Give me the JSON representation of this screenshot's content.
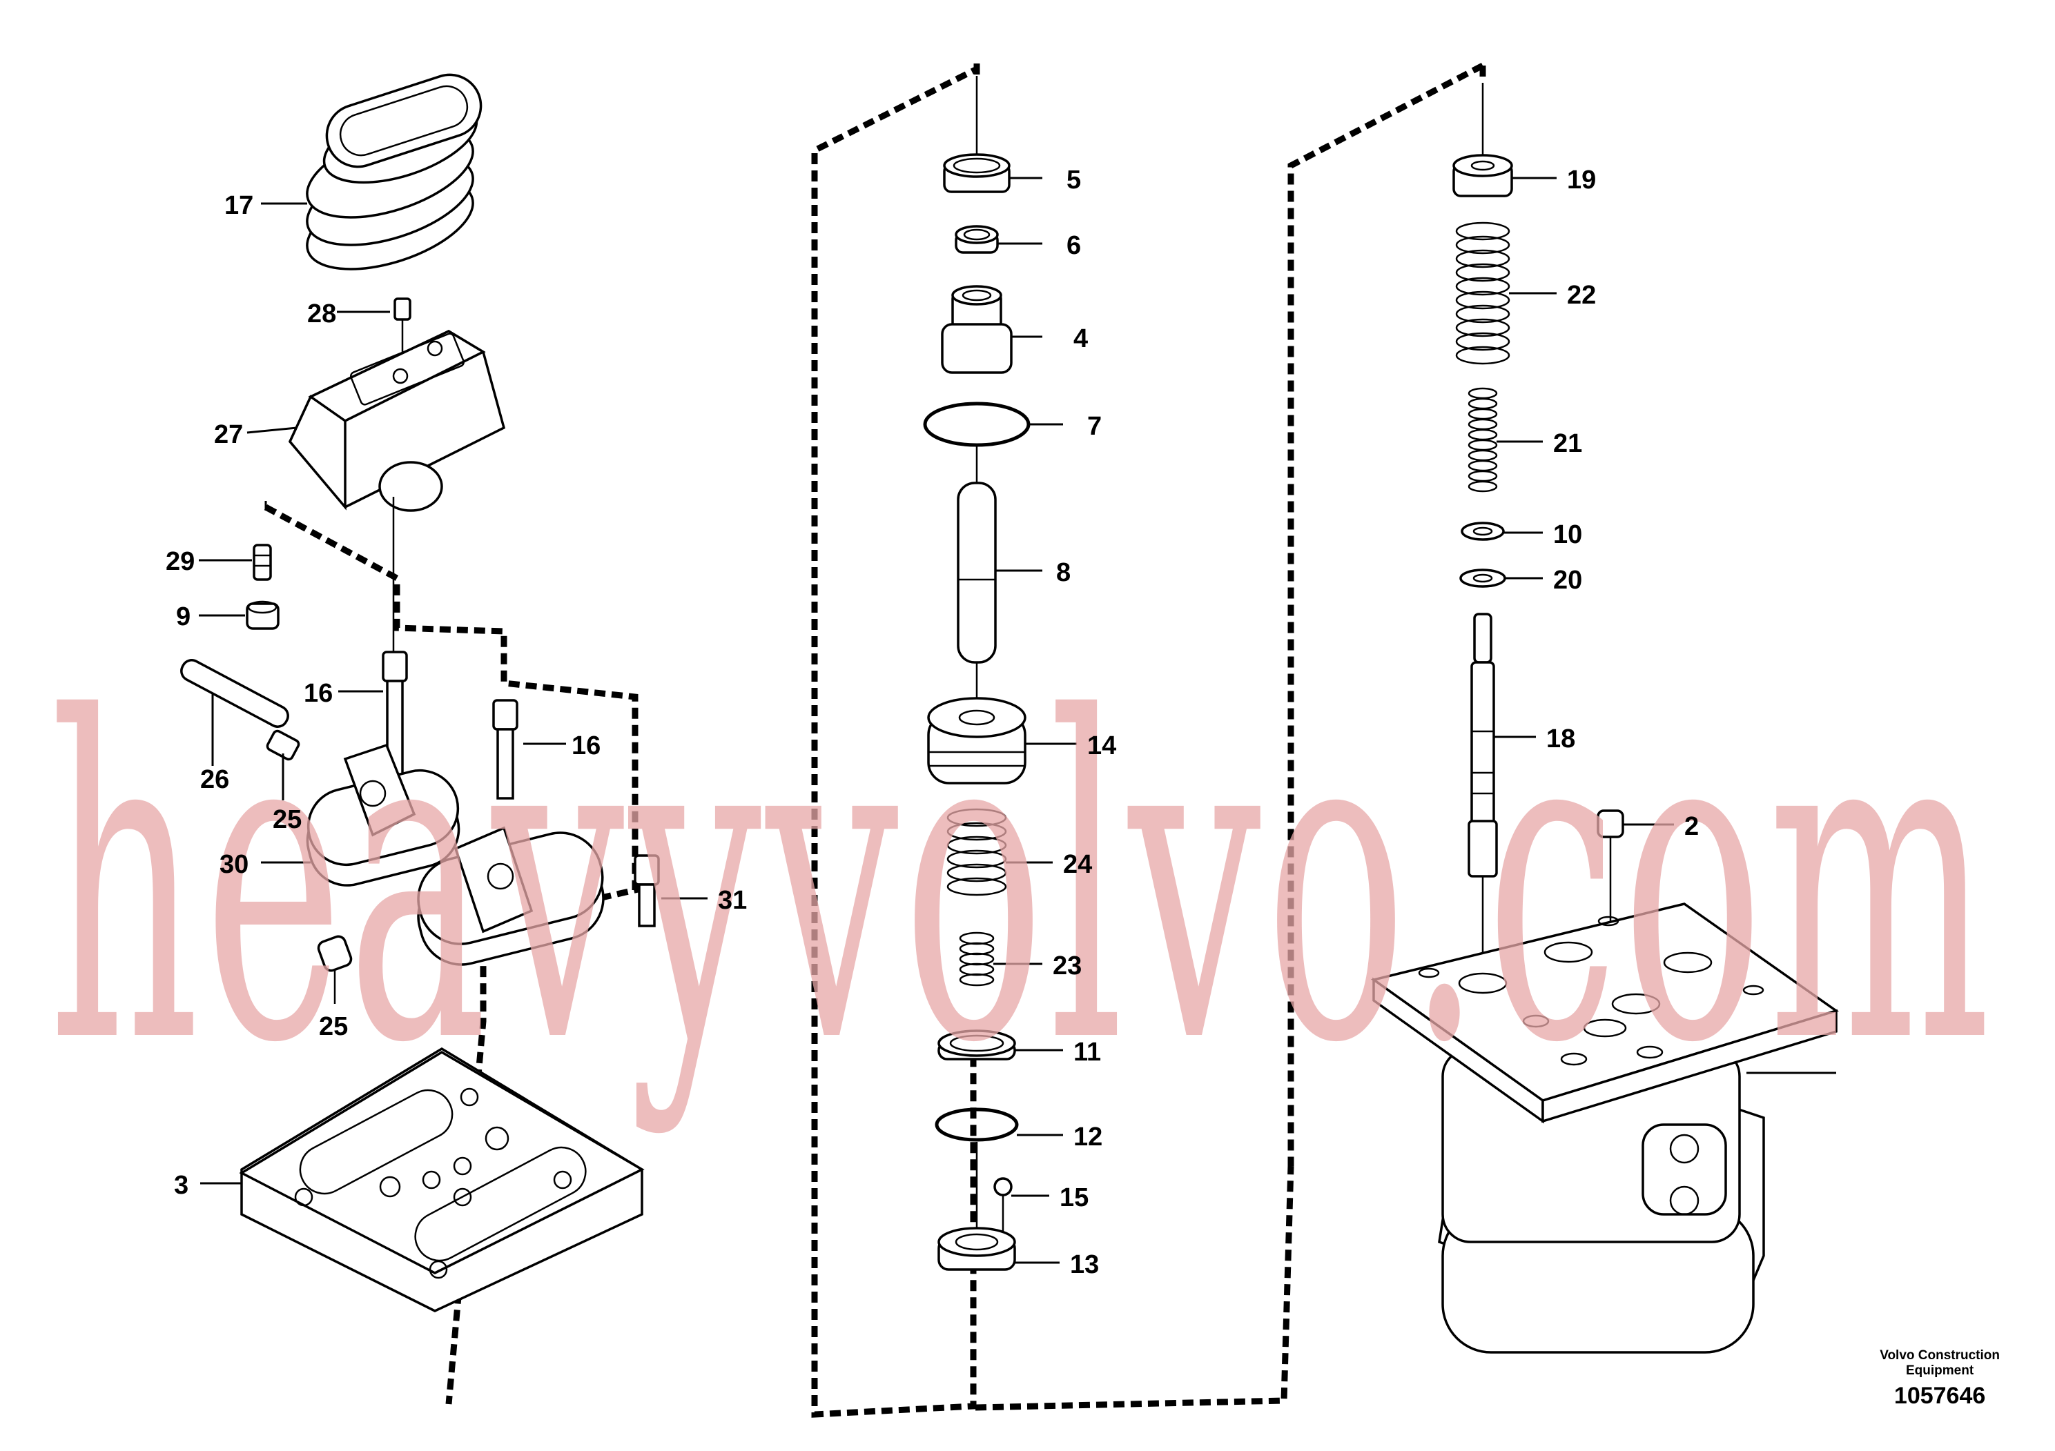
{
  "watermark": "heavyvolvo.com",
  "callouts": {
    "c17": "17",
    "c28": "28",
    "c27": "27",
    "c29": "29",
    "c9": "9",
    "c16a": "16",
    "c16b": "16",
    "c26": "26",
    "c25a": "25",
    "c30": "30",
    "c31": "31",
    "c25b": "25",
    "c3": "3",
    "c5": "5",
    "c6": "6",
    "c4": "4",
    "c7": "7",
    "c8": "8",
    "c14": "14",
    "c24": "24",
    "c23": "23",
    "c11": "11",
    "c12": "12",
    "c15": "15",
    "c13": "13",
    "c19": "19",
    "c22": "22",
    "c21": "21",
    "c10": "10",
    "c20": "20",
    "c18": "18",
    "c2": "2"
  },
  "footer": {
    "brand_line1": "Volvo Construction",
    "brand_line2": "Equipment",
    "drawing_number": "1057646"
  }
}
